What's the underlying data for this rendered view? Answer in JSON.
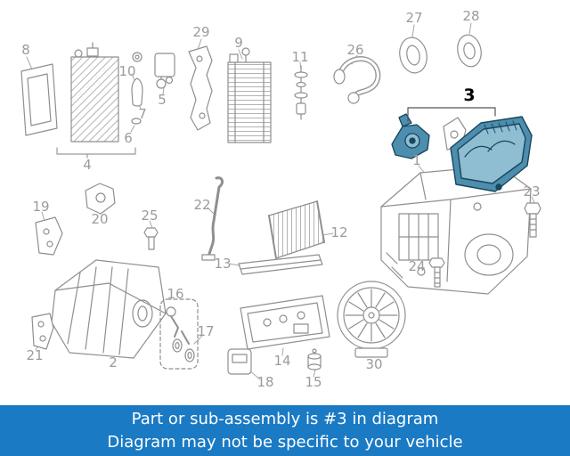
{
  "diagram": {
    "type": "parts-exploded-diagram",
    "highlighted_part": "3",
    "highlight": {
      "fill": "#4d8dad",
      "fill_light": "#8fbdd2",
      "outline": "#17475e"
    },
    "line_color": "#8f8f8f",
    "callout_color": "#9b9b9b",
    "callouts": {
      "p1": "1",
      "p2": "2",
      "p3": "3",
      "p4": "4",
      "p5": "5",
      "p6": "6",
      "p7": "7",
      "p8": "8",
      "p9": "9",
      "p10": "10",
      "p11": "11",
      "p12": "12",
      "p13": "13",
      "p14": "14",
      "p15": "15",
      "p16": "16",
      "p17": "17",
      "p18": "18",
      "p19": "19",
      "p20": "20",
      "p21": "21",
      "p22": "22",
      "p23": "23",
      "p24": "24",
      "p25": "25",
      "p26": "26",
      "p27": "27",
      "p28": "28",
      "p29": "29",
      "p30": "30"
    }
  },
  "banner": {
    "line1": "Part or sub-assembly is #3 in diagram",
    "line2": "Diagram may not be specific to your vehicle",
    "background_color": "#1a7ac4",
    "text_color": "#ffffff"
  }
}
